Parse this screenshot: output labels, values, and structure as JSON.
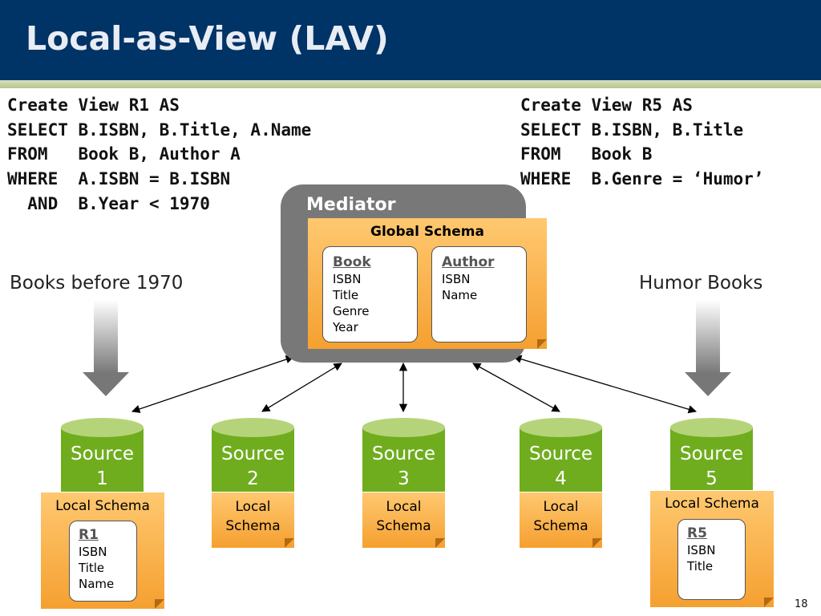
{
  "title": "Local-as-View (LAV)",
  "sql_left": "Create View R1 AS\nSELECT B.ISBN, B.Title, A.Name\nFROM   Book B, Author A\nWHERE  A.ISBN = B.ISBN\n  AND  B.Year < 1970",
  "sql_right": "Create View R5 AS\nSELECT B.ISBN, B.Title\nFROM   Book B\nWHERE  B.Genre = ‘Humor’",
  "caption_left": "Books before 1970",
  "caption_right": "Humor Books",
  "mediator": {
    "label": "Mediator",
    "global_schema_label": "Global Schema",
    "relations": [
      {
        "name": "Book",
        "attributes": [
          "ISBN",
          "Title",
          "Genre",
          "Year"
        ]
      },
      {
        "name": "Author",
        "attributes": [
          "ISBN",
          "Name"
        ]
      }
    ]
  },
  "sources": [
    {
      "label": "Source\n1",
      "local_schema_label": "Local Schema",
      "relation": {
        "name": "R1",
        "attributes": [
          "ISBN",
          "Title",
          "Name"
        ]
      }
    },
    {
      "label": "Source\n2",
      "local_schema_label": "Local\nSchema"
    },
    {
      "label": "Source\n3",
      "local_schema_label": "Local\nSchema"
    },
    {
      "label": "Source\n4",
      "local_schema_label": "Local\nSchema"
    },
    {
      "label": "Source\n5",
      "local_schema_label": "Local Schema",
      "relation": {
        "name": "R5",
        "attributes": [
          "ISBN",
          "Title"
        ]
      }
    }
  ],
  "slide_number": "18",
  "colors": {
    "title_bar": "#003366",
    "title_text": "#e8ecf3",
    "mediator": "#787878",
    "schema_orange": "#f5a030",
    "source_green": "#6fad1e",
    "source_top": "#b5d47a"
  }
}
